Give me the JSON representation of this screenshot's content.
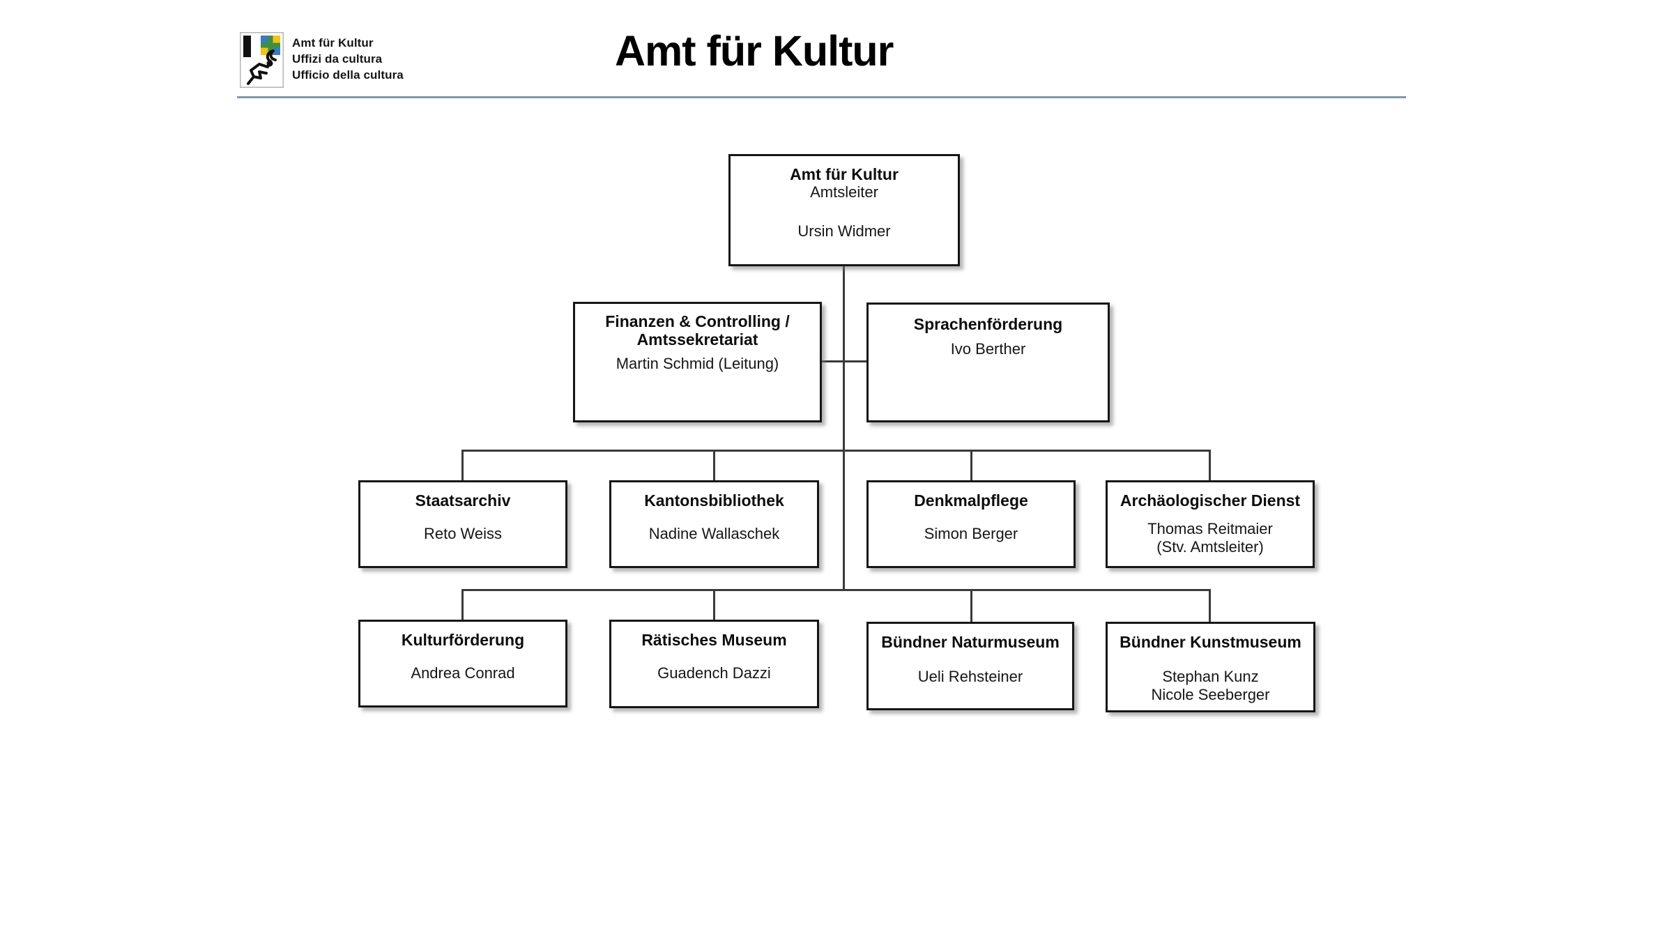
{
  "header": {
    "logo": {
      "icon": "graubuenden-coat-of-arms-icon",
      "lines": [
        "Amt für Kultur",
        "Uffizi da cultura",
        "Ufficio della cultura"
      ]
    },
    "title": "Amt für Kultur",
    "rule_color": "#7d9aac",
    "arms_colors": {
      "blue": "#3a7bbf",
      "yellow": "#f2c216",
      "green": "#3f8f3f",
      "black": "#111111"
    }
  },
  "org_chart": {
    "type": "org-tree",
    "line_color": "#3a3a3a",
    "nodes": [
      {
        "id": "amt-fuer-kultur",
        "title": [
          "Amt für Kultur"
        ],
        "sub": [
          "Amtsleiter"
        ],
        "people": [
          "Ursin Widmer"
        ],
        "parent": null
      },
      {
        "id": "finanzen-controlling",
        "title": [
          "Finanzen & Controlling /",
          "Amtssekretariat"
        ],
        "people": [
          "Martin Schmid (Leitung)"
        ],
        "parent": "amt-fuer-kultur"
      },
      {
        "id": "sprachenfoerderung",
        "title": [
          "Sprachenförderung"
        ],
        "people": [
          "Ivo Berther"
        ],
        "parent": "amt-fuer-kultur"
      },
      {
        "id": "staatsarchiv",
        "title": [
          "Staatsarchiv"
        ],
        "people": [
          "Reto Weiss"
        ],
        "parent": "amt-fuer-kultur"
      },
      {
        "id": "kantonsbibliothek",
        "title": [
          "Kantonsbibliothek"
        ],
        "people": [
          "Nadine Wallaschek"
        ],
        "parent": "amt-fuer-kultur"
      },
      {
        "id": "denkmalpflege",
        "title": [
          "Denkmalpflege"
        ],
        "people": [
          "Simon Berger"
        ],
        "parent": "amt-fuer-kultur"
      },
      {
        "id": "archaeologischer-dienst",
        "title": [
          "Archäologischer Dienst"
        ],
        "people": [
          "Thomas Reitmaier",
          "(Stv. Amtsleiter)"
        ],
        "parent": "amt-fuer-kultur"
      },
      {
        "id": "kulturfoerderung",
        "title": [
          "Kulturförderung"
        ],
        "people": [
          "Andrea Conrad"
        ],
        "parent": "amt-fuer-kultur"
      },
      {
        "id": "raetisches-museum",
        "title": [
          "Rätisches Museum"
        ],
        "people": [
          "Guadench Dazzi"
        ],
        "parent": "amt-fuer-kultur"
      },
      {
        "id": "buendner-naturmuseum",
        "title": [
          "Bündner Naturmuseum"
        ],
        "people": [
          "Ueli Rehsteiner"
        ],
        "parent": "amt-fuer-kultur"
      },
      {
        "id": "buendner-kunstmuseum",
        "title": [
          "Bündner Kunstmuseum"
        ],
        "people": [
          "Stephan Kunz",
          "Nicole Seeberger"
        ],
        "parent": "amt-fuer-kultur"
      }
    ]
  }
}
